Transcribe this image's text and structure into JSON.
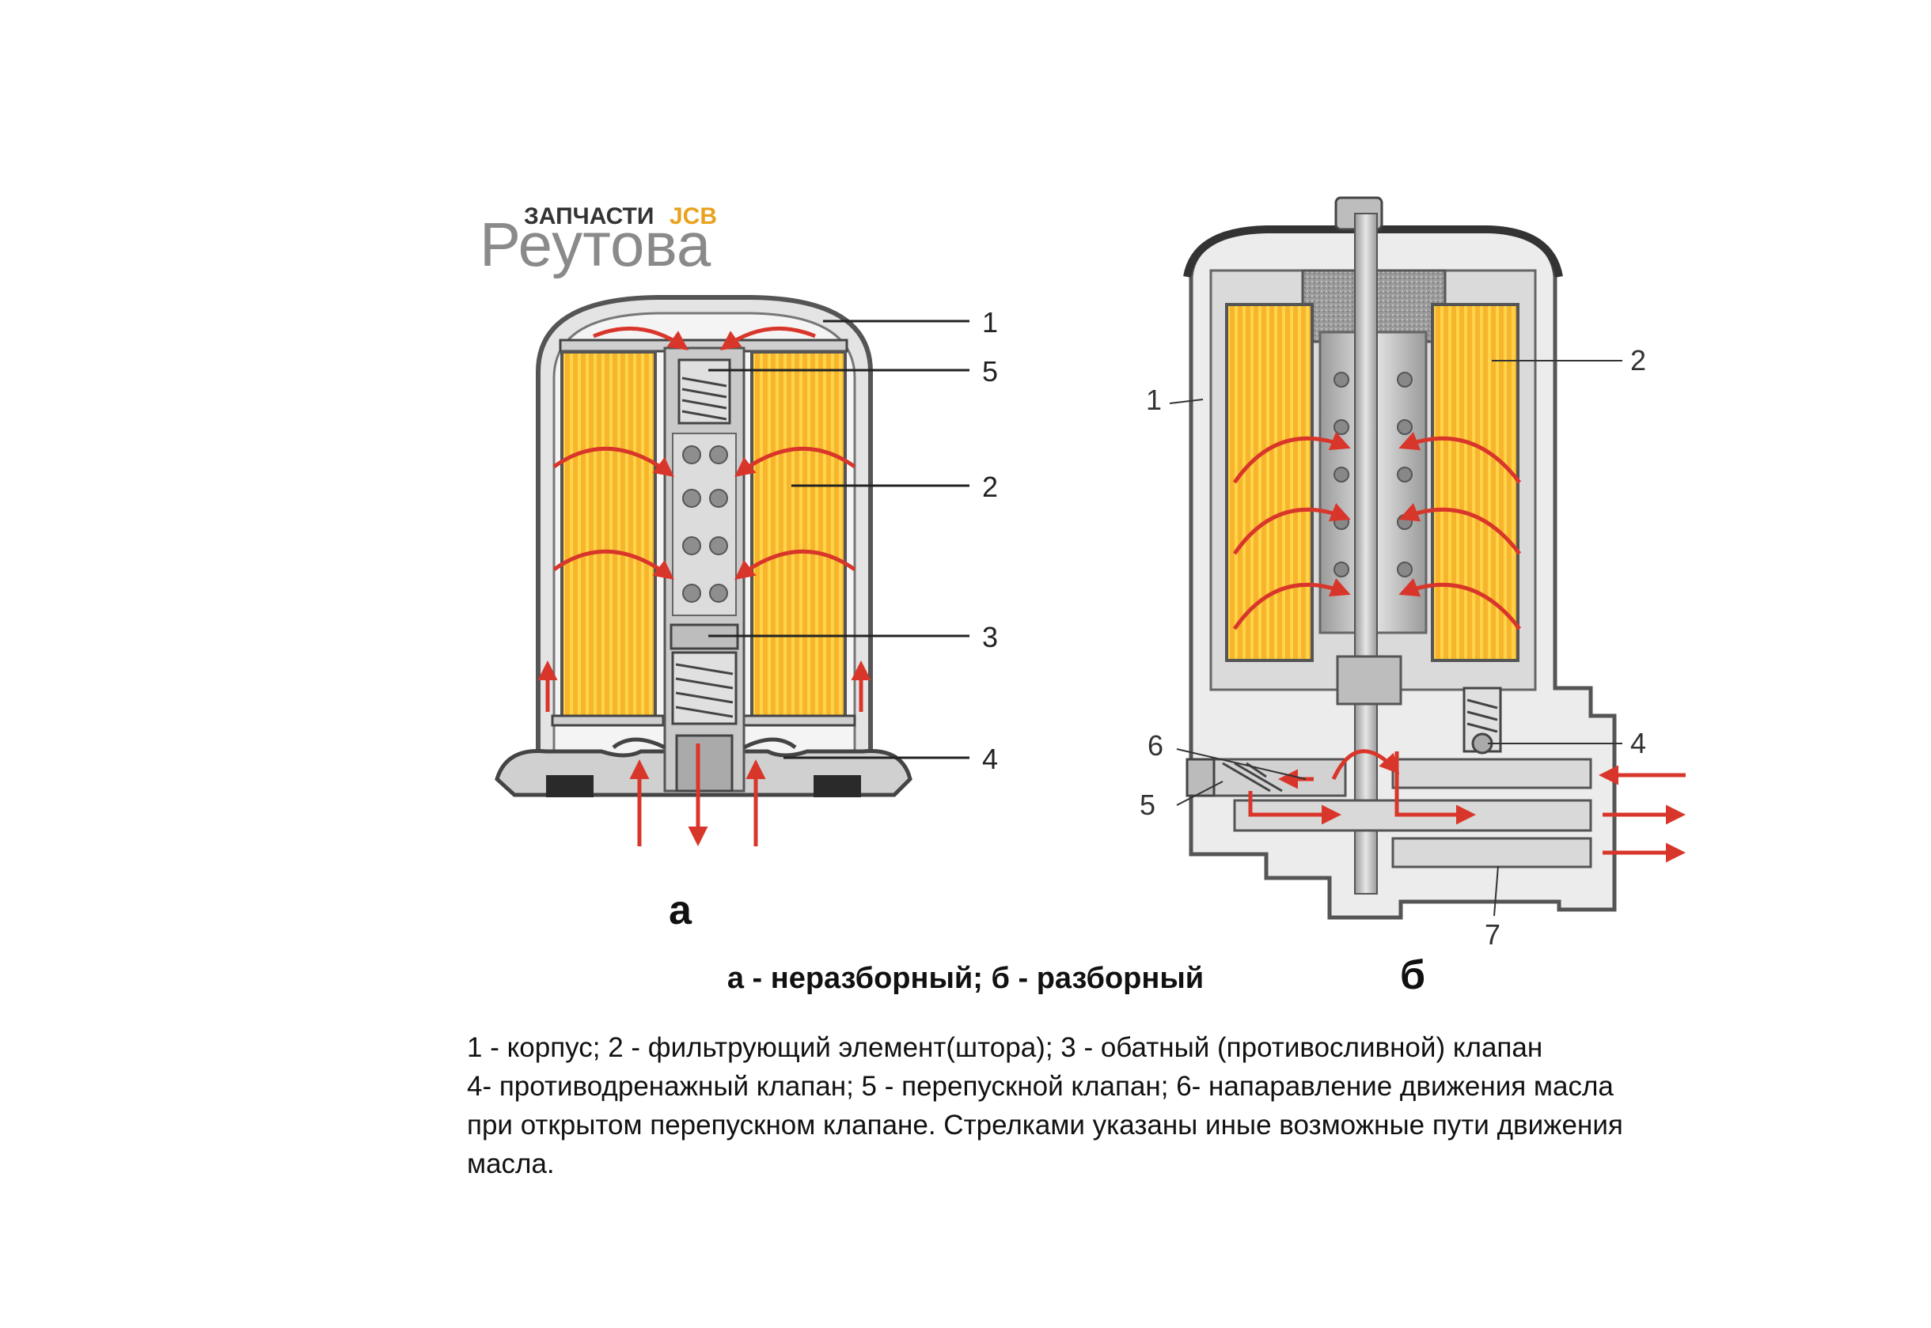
{
  "logo": {
    "top_text": "ЗАПЧАСТИ",
    "brand": "JCB",
    "main_text": "Реутова"
  },
  "figure_a": {
    "letter": "а",
    "callouts": [
      "1",
      "5",
      "2",
      "3",
      "4"
    ]
  },
  "figure_b": {
    "letter": "б",
    "callouts": [
      "1",
      "2",
      "4",
      "6",
      "5",
      "7"
    ]
  },
  "caption": "а - неразборный; б - разборный",
  "legend": [
    "1 - корпус; 2 - фильтрующий элемент(штора); 3 - обатный (противосливной) клапан",
    "4- противодренажный клапан; 5 - перепускной клапан; 6- напаравление движения масла",
    "при открытом перепускном клапане. Стрелками указаны иные возможные пути движения",
    "масла."
  ],
  "colors": {
    "filter_orange": "#f5a623",
    "filter_yellow": "#ffd34d",
    "housing_grey": "#c8c8c8",
    "arrow_red": "#d9362b"
  }
}
